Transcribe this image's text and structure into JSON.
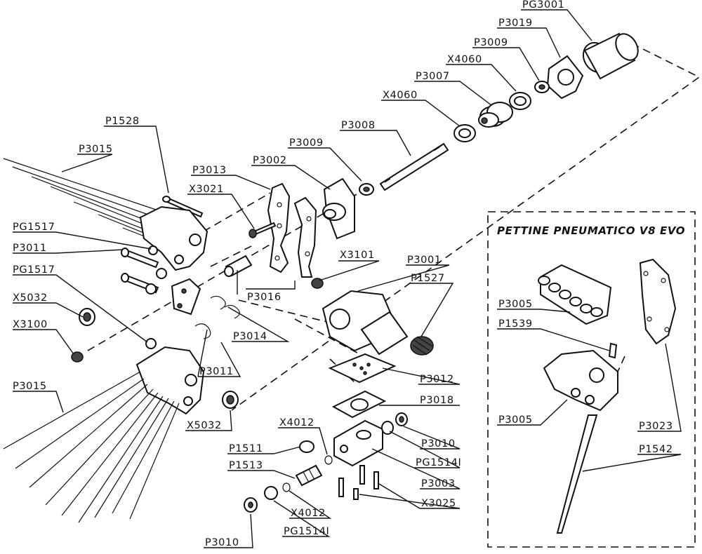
{
  "inset": {
    "title": "PETTINE PNEUMATICO V8 EVO",
    "labels": [
      "P3005",
      "P1539",
      "P3005",
      "P3023",
      "P1542"
    ]
  },
  "labels": [
    "PG3001",
    "P3019",
    "P3009",
    "X4060",
    "P3007",
    "X4060",
    "P3008",
    "P3009",
    "P3002",
    "P3013",
    "X3021",
    "P1528",
    "P3015",
    "PG1517",
    "P3011",
    "PG1517",
    "X5032",
    "X3100",
    "P3015",
    "X5032",
    "P3016",
    "X3101",
    "P3001",
    "P1527",
    "P3014",
    "P3011",
    "P3012",
    "P3018",
    "X4012",
    "P3010",
    "P1511",
    "PG1514I",
    "P1513",
    "P3003",
    "X3025",
    "X4012",
    "P3010",
    "PG1514I"
  ]
}
